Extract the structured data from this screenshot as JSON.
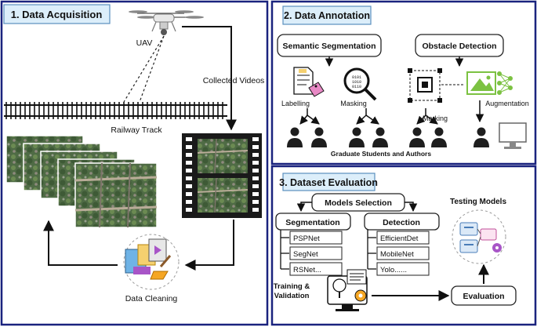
{
  "panel1": {
    "title": "1. Data Acquisition",
    "uav_label": "UAV",
    "collected_label": "Collected Videos",
    "track_label": "Railway Track",
    "cleaning_label": "Data Cleaning"
  },
  "panel2": {
    "title": "2. Data Annotation",
    "semantic_box": "Semantic Segmentation",
    "obstacle_box": "Obstacle Detection",
    "labelling": "Labelling",
    "masking": "Masking",
    "marking": "Marking",
    "augmentation": "Augmentation",
    "people_label": "Graduate Students and Authors"
  },
  "panel3": {
    "title": "3. Dataset Evaluation",
    "models_selection": "Models Selection",
    "segmentation": "Segmentation",
    "detection": "Detection",
    "seg_models": [
      "PSPNet",
      "SegNet",
      "RSNet..."
    ],
    "det_models": [
      "EfficientDet",
      "MobileNet",
      "Yolo......"
    ],
    "training": [
      "Training &",
      "Validation"
    ],
    "testing": "Testing Models",
    "evaluation": "Evaluation"
  },
  "colors": {
    "panel_border": "#1a237e",
    "title_fill": "#dceefa",
    "title_stroke": "#5a8fbd",
    "icon_green": "#7cc242",
    "icon_orange": "#f5a623",
    "person": "#1e1e1e"
  }
}
